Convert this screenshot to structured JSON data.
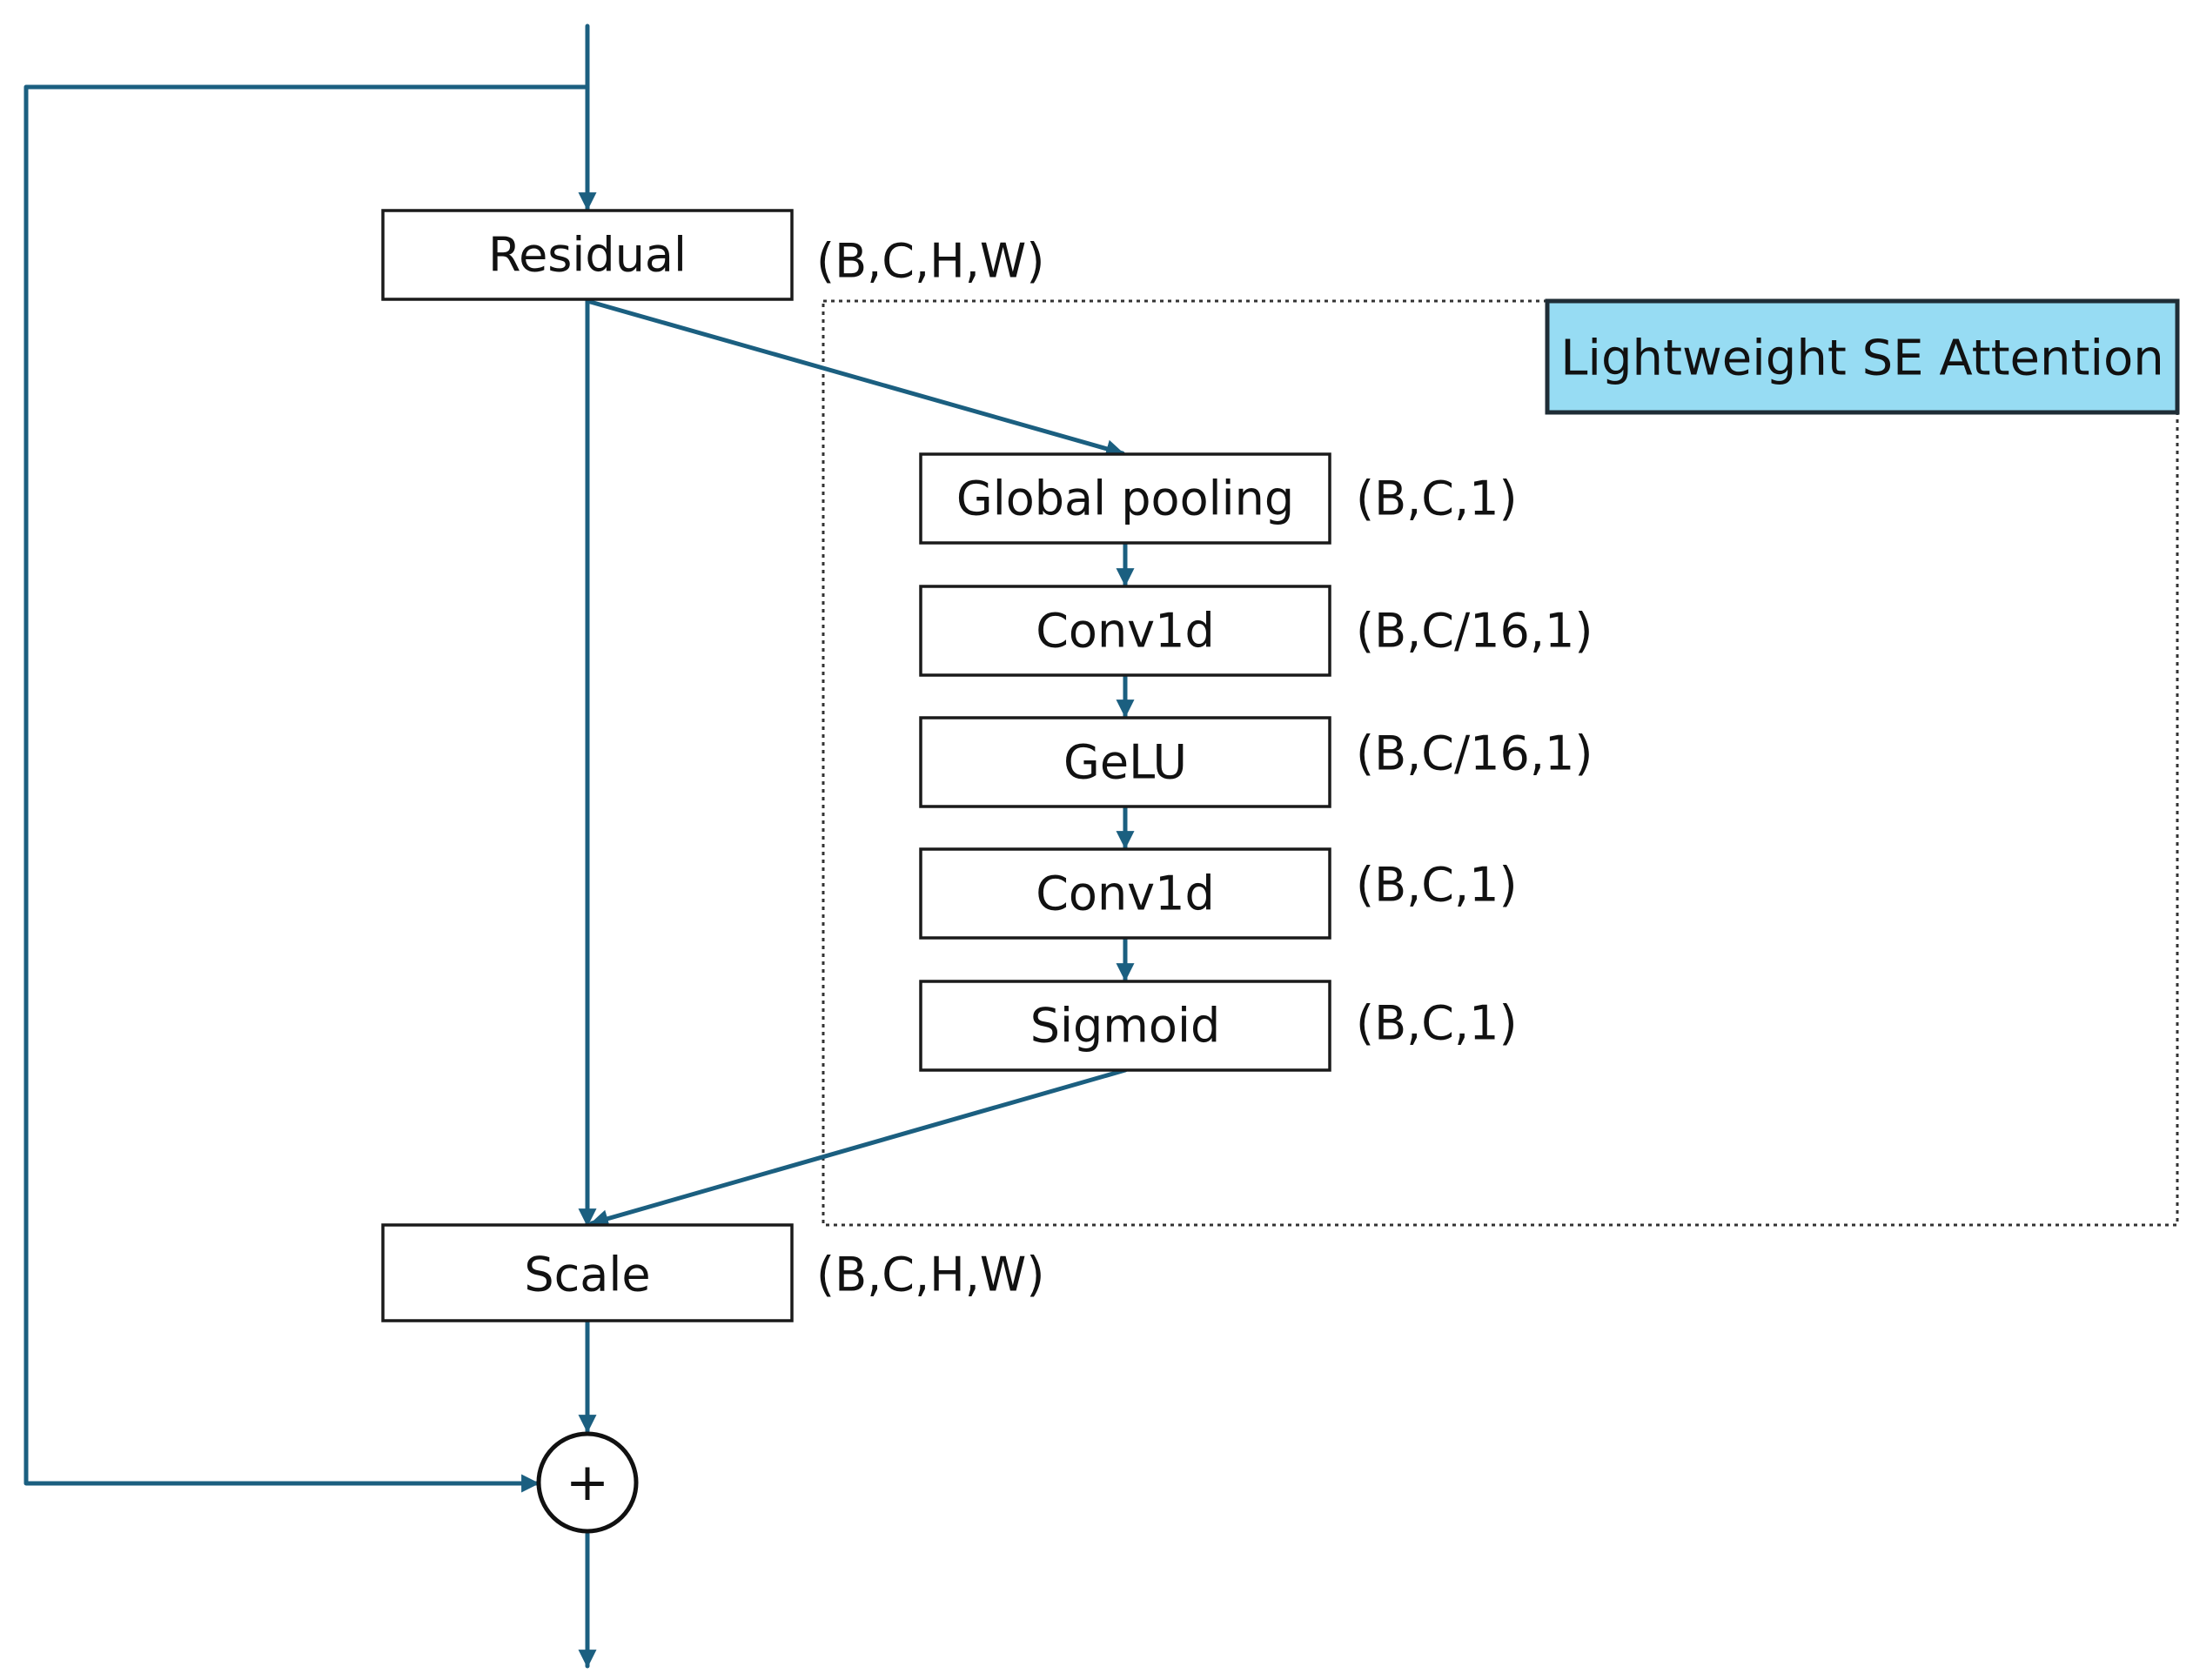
{
  "colors": {
    "edge": "#1b5f80",
    "group_title_fill": "#97dcf3",
    "box_stroke": "#1a1a1a"
  },
  "nodes": {
    "residual": {
      "label": "Residual",
      "shape": "(B,C,H,W)"
    },
    "global_pooling": {
      "label": "Global pooling",
      "shape": "(B,C,1)"
    },
    "conv1d_reduce": {
      "label": "Conv1d",
      "shape": "(B,C/16,1)"
    },
    "gelu": {
      "label": "GeLU",
      "shape": "(B,C/16,1)"
    },
    "conv1d_expand": {
      "label": "Conv1d",
      "shape": "(B,C,1)"
    },
    "sigmoid": {
      "label": "Sigmoid",
      "shape": "(B,C,1)"
    },
    "scale": {
      "label": "Scale",
      "shape": "(B,C,H,W)"
    }
  },
  "attention_group": {
    "title": "Lightweight SE Attention"
  },
  "sum_node": {
    "symbol": "+"
  }
}
